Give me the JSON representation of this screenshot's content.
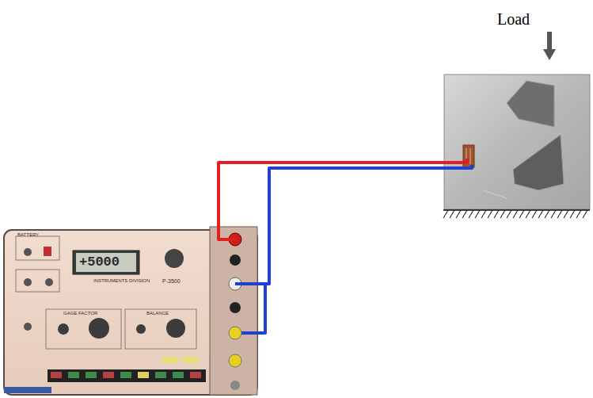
{
  "diagram": {
    "labels": [
      "Load",
      "+5000",
      "BATTERY",
      "GAGE FACTOR",
      "BALANCE",
      "INSTRUMENTS DIVISION",
      "P-3500"
    ]
  }
}
